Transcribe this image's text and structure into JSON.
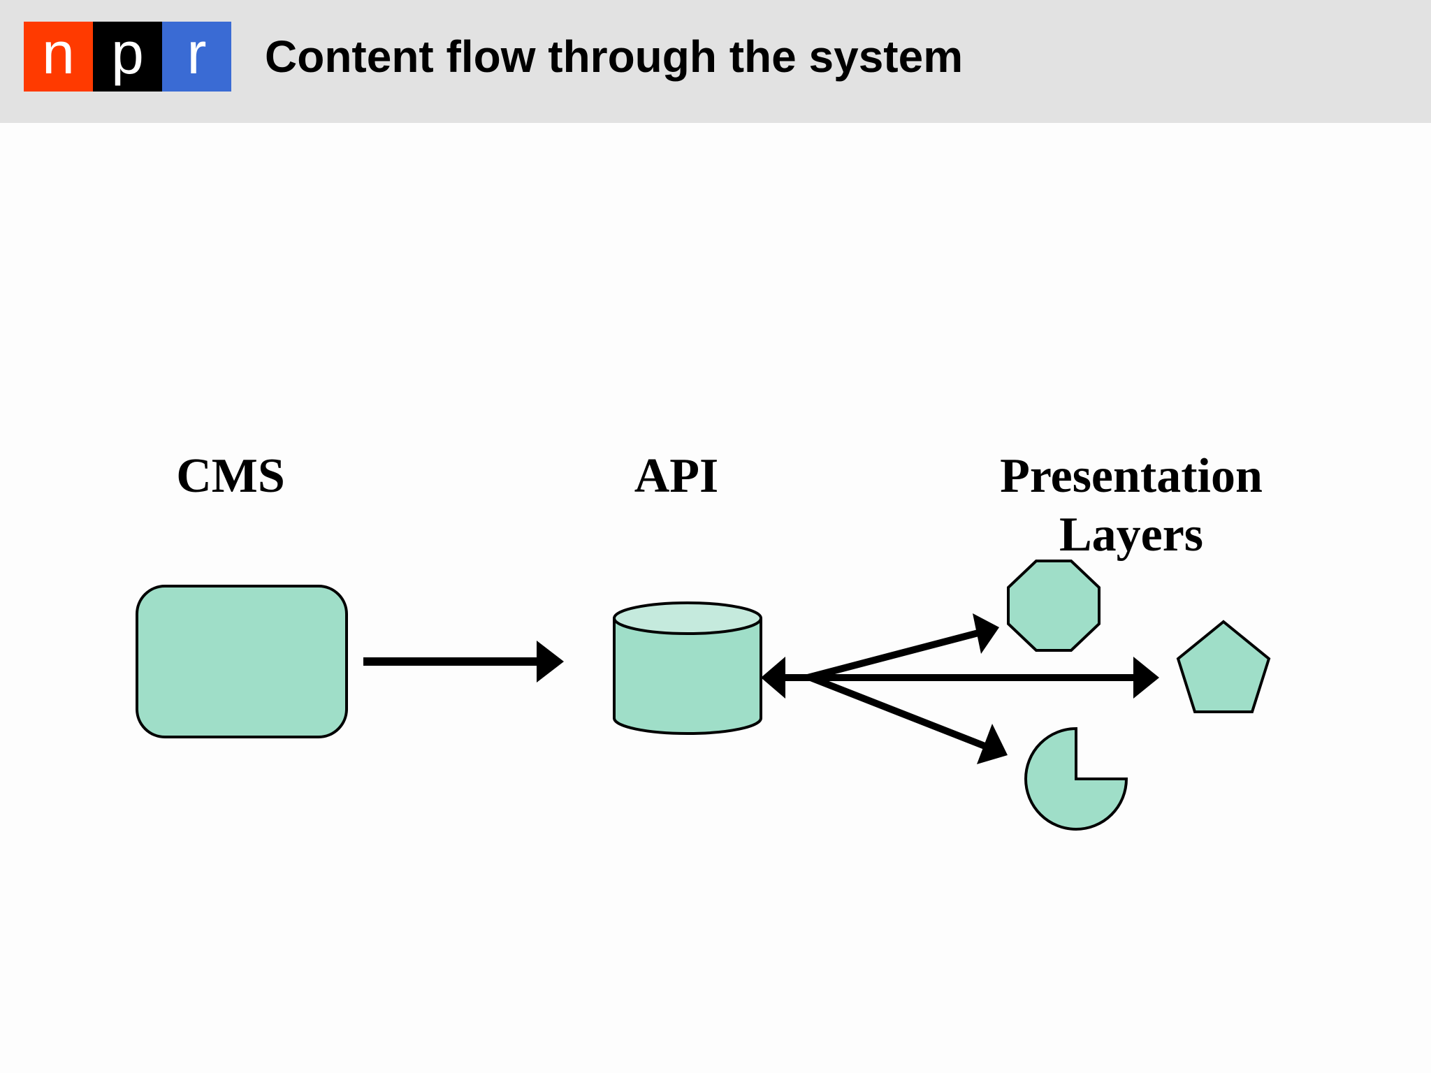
{
  "header": {
    "logo": {
      "letters": [
        "n",
        "p",
        "r"
      ],
      "colors": [
        "#ff3a00",
        "#000000",
        "#3a6bd4"
      ]
    },
    "title": "Content flow through the system"
  },
  "diagram": {
    "fill_color": "#9fdec8",
    "cylinder_top_color": "#c5eadd",
    "stroke_color": "#000000",
    "nodes": [
      {
        "id": "cms",
        "label": "CMS",
        "shape": "rounded-rectangle"
      },
      {
        "id": "api",
        "label": "API",
        "shape": "cylinder"
      },
      {
        "id": "presentation",
        "label_line1": "Presentation",
        "label_line2": "Layers",
        "shapes": [
          "octagon",
          "pentagon",
          "pie"
        ]
      }
    ],
    "edges": [
      {
        "from": "cms",
        "to": "api",
        "direction": "forward"
      },
      {
        "from": "api",
        "to": "octagon",
        "direction": "both"
      },
      {
        "from": "api",
        "to": "pentagon",
        "direction": "both"
      },
      {
        "from": "api",
        "to": "pie",
        "direction": "both"
      }
    ]
  }
}
